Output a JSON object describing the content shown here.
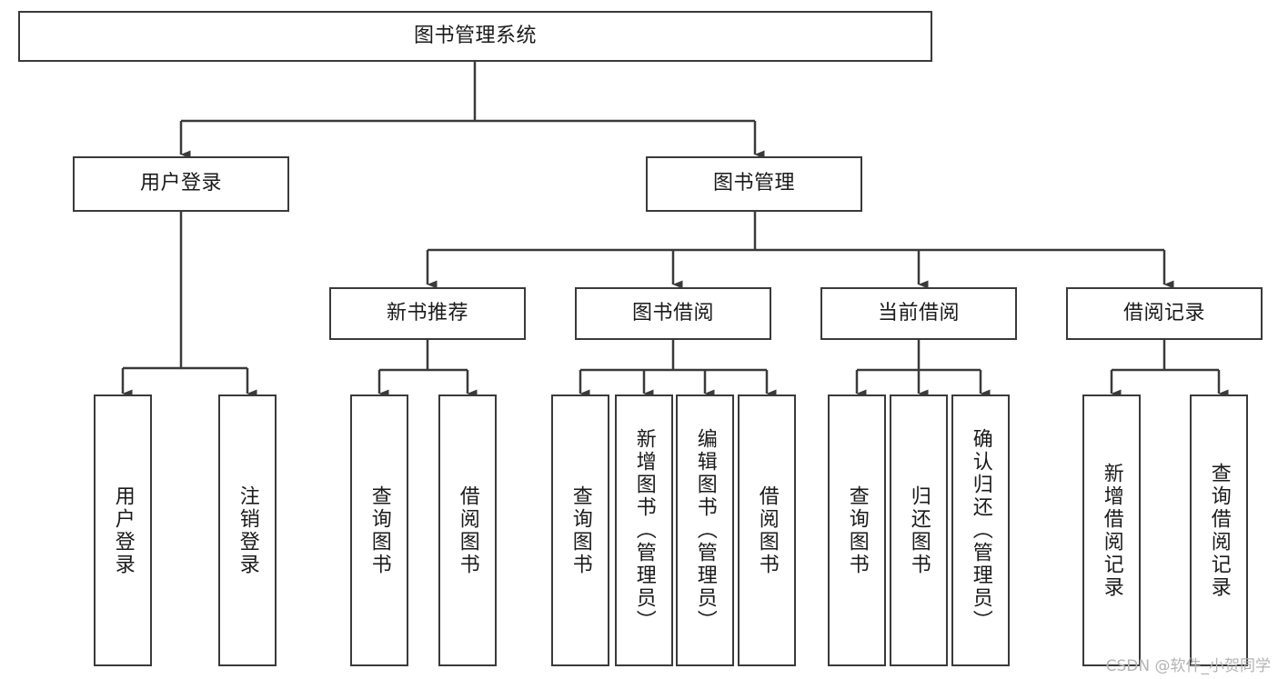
{
  "diagram": {
    "type": "tree-hierarchy",
    "title": "图书管理系统",
    "watermark": "CSDN @软件_小贺同学",
    "colors": {
      "box_border": "#3a3a3a",
      "box_fill": "#ffffff",
      "connector": "#3a3a3a",
      "text": "#1a1a1a",
      "watermark": "#b4b4b4"
    },
    "root": {
      "label": "图书管理系统"
    },
    "level2": [
      {
        "label": "用户登录"
      },
      {
        "label": "图书管理"
      }
    ],
    "level3": [
      {
        "label": "新书推荐"
      },
      {
        "label": "图书借阅"
      },
      {
        "label": "当前借阅"
      },
      {
        "label": "借阅记录"
      }
    ],
    "leaves": {
      "user_login": [
        {
          "label": "用户登录"
        },
        {
          "label": "注销登录"
        }
      ],
      "new_book_recommend": [
        {
          "label": "查询图书"
        },
        {
          "label": "借阅图书"
        }
      ],
      "book_borrow": [
        {
          "label": "查询图书"
        },
        {
          "label": "新增图书（管理员）"
        },
        {
          "label": "编辑图书（管理员）"
        },
        {
          "label": "借阅图书"
        }
      ],
      "current_borrow": [
        {
          "label": "查询图书"
        },
        {
          "label": "归还图书"
        },
        {
          "label": "确认归还（管理员）"
        }
      ],
      "borrow_record": [
        {
          "label": "新增借阅记录"
        },
        {
          "label": "查询借阅记录"
        }
      ]
    }
  }
}
